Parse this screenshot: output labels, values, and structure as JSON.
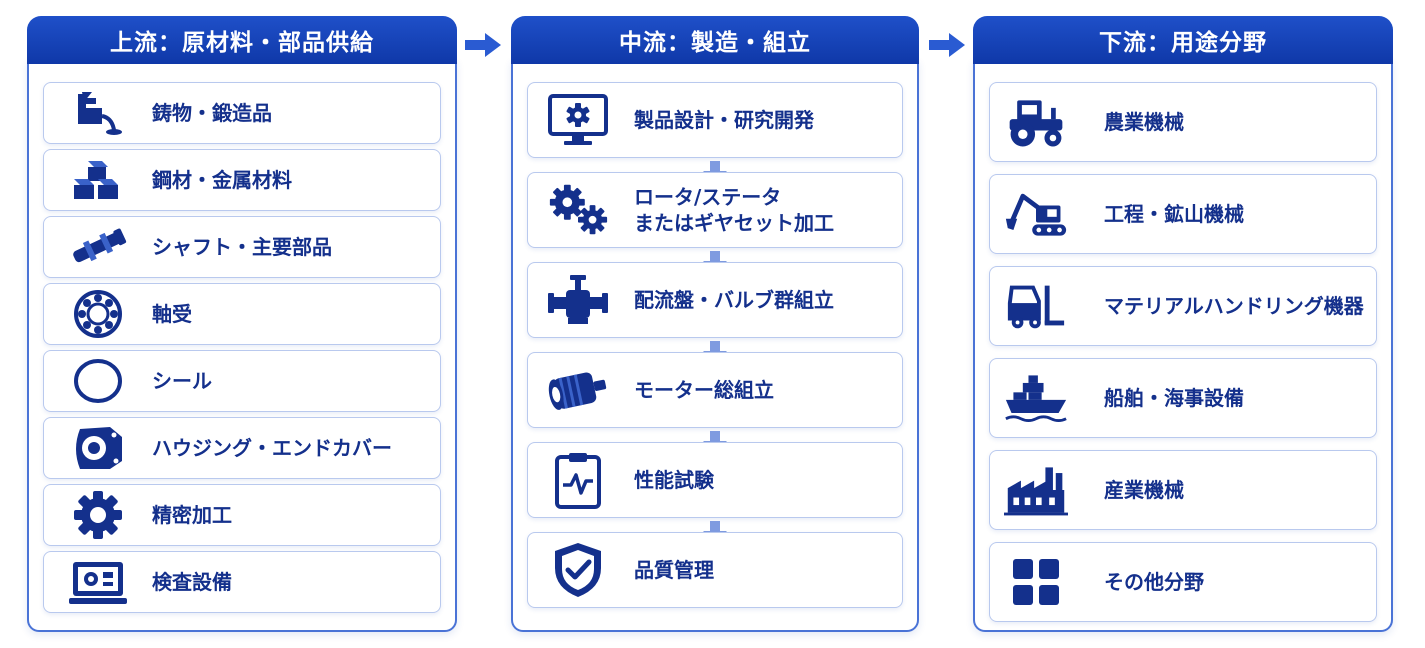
{
  "colors": {
    "primary": "#14308c",
    "header": "#1f50c9",
    "border": "#4a73d6"
  },
  "upstream": {
    "title": "上流：原材料・部品供給",
    "items": [
      {
        "label": "鋳物・鍛造品",
        "icon": "casting-ladle-icon"
      },
      {
        "label": "鋼材・金属材料",
        "icon": "steel-blocks-icon"
      },
      {
        "label": "シャフト・主要部品",
        "icon": "shaft-icon"
      },
      {
        "label": "軸受",
        "icon": "bearing-icon"
      },
      {
        "label": "シール",
        "icon": "seal-ring-icon"
      },
      {
        "label": "ハウジング・エンドカバー",
        "icon": "housing-icon"
      },
      {
        "label": "精密加工",
        "icon": "gear-icon"
      },
      {
        "label": "検査設備",
        "icon": "inspection-machine-icon"
      }
    ]
  },
  "midstream": {
    "title": "中流：製造・組立",
    "items": [
      {
        "label": "製品設計・研究開発",
        "icon": "monitor-gear-icon"
      },
      {
        "label": "ロータ/ステータ\nまたはギヤセット加工",
        "icon": "gears-icon"
      },
      {
        "label": "配流盤・バルブ群組立",
        "icon": "valve-icon"
      },
      {
        "label": "モーター総組立",
        "icon": "motor-icon"
      },
      {
        "label": "性能試験",
        "icon": "clipboard-chart-icon"
      },
      {
        "label": "品質管理",
        "icon": "shield-check-icon"
      }
    ]
  },
  "downstream": {
    "title": "下流：用途分野",
    "items": [
      {
        "label": "農業機械",
        "icon": "tractor-icon"
      },
      {
        "label": "工程・鉱山機械",
        "icon": "excavator-icon"
      },
      {
        "label": "マテリアルハンドリング機器",
        "icon": "forklift-icon"
      },
      {
        "label": "船舶・海事設備",
        "icon": "ship-icon"
      },
      {
        "label": "産業機械",
        "icon": "factory-icon"
      },
      {
        "label": "その他分野",
        "icon": "grid-icon"
      }
    ]
  }
}
